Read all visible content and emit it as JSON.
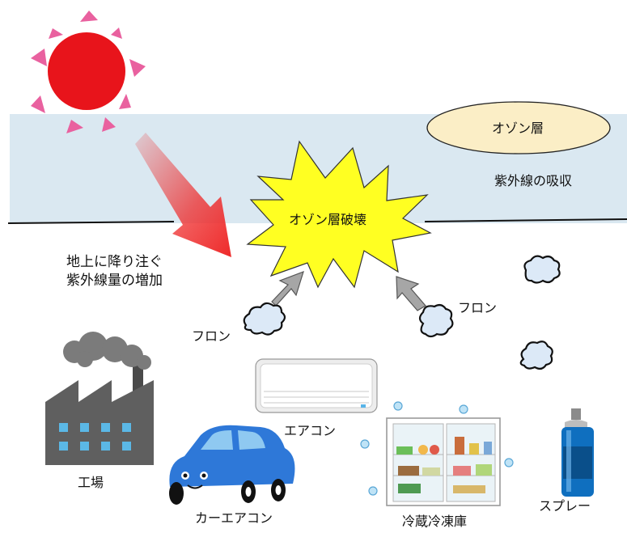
{
  "labels": {
    "ozone_layer": "オゾン層",
    "uv_absorption": "紫外線の吸収",
    "ozone_destruction": "オゾン層破壊",
    "uv_increase_line1": "地上に降り注ぐ",
    "uv_increase_line2": "紫外線量の増加",
    "freon_left": "フロン",
    "freon_right": "フロン",
    "factory": "工場",
    "air_conditioner": "エアコン",
    "car_aircon": "カーエアコン",
    "freezer_fridge": "冷蔵冷凍庫",
    "spray": "スプレー"
  },
  "colors": {
    "sky_band": "#dae8f1",
    "sun": "#e8141b",
    "sun_rays": "#e9619f",
    "explosion": "#ffff22",
    "ozone_ellipse": "#fbeec6",
    "red_arrow": "#ee2a2a",
    "gray_arrow": "#a6a6a6",
    "freon_cloud": "#dce9f7",
    "factory": "#5f5f5f",
    "car": "#2e78d8",
    "spray_can": "#0f6fbf"
  }
}
